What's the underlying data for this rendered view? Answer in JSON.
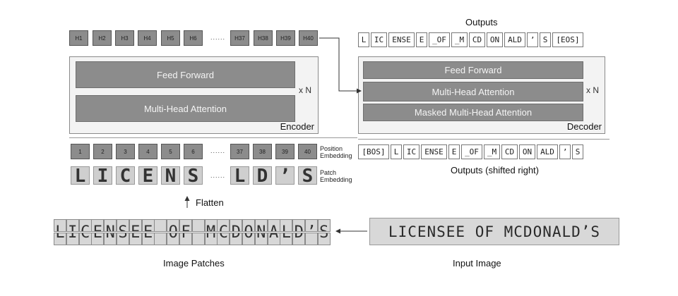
{
  "hidden_states": [
    "H1",
    "H2",
    "H3",
    "H4",
    "H5",
    "H6",
    "H37",
    "H38",
    "H39",
    "H40"
  ],
  "ellipsis": "......",
  "encoder": {
    "layers": [
      "Feed Forward",
      "Multi-Head Attention"
    ],
    "repeat": "x N",
    "label": "Encoder"
  },
  "decoder": {
    "layers": [
      "Feed Forward",
      "Multi-Head Attention",
      "Masked Multi-Head Attention"
    ],
    "repeat": "x N",
    "label": "Decoder"
  },
  "outputs": {
    "title": "Outputs",
    "tokens": [
      "L",
      "IC",
      "ENSE",
      "E",
      "_OF",
      "_M",
      "CD",
      "ON",
      "ALD",
      "’",
      "S",
      "[EOS]"
    ]
  },
  "outputs_shifted": {
    "title": "Outputs (shifted right)",
    "tokens": [
      "[BOS]",
      "L",
      "IC",
      "ENSE",
      "E",
      "_OF",
      "_M",
      "CD",
      "ON",
      "ALD",
      "’",
      "S"
    ]
  },
  "positions": [
    "1",
    "2",
    "3",
    "4",
    "5",
    "6",
    "37",
    "38",
    "39",
    "40"
  ],
  "position_label": [
    "Position",
    "Embedding"
  ],
  "patch_label": [
    "Patch",
    "Embedding"
  ],
  "patch_glyphs": [
    "L",
    "I",
    "C",
    "E",
    "N",
    "S",
    "L",
    "D",
    "’",
    "S"
  ],
  "flatten_label": "Flatten",
  "image_patches_label": "Image Patches",
  "input_image_label": "Input Image",
  "input_image_text": "LICENSEE OF MCDONALD’S",
  "strip_glyphs": [
    "L",
    "I",
    "C",
    "E",
    "N",
    "S",
    "E",
    "E",
    " ",
    "O",
    "F",
    " ",
    "M",
    "C",
    "D",
    "O",
    "N",
    "A",
    "L",
    "D",
    "’",
    "S"
  ]
}
